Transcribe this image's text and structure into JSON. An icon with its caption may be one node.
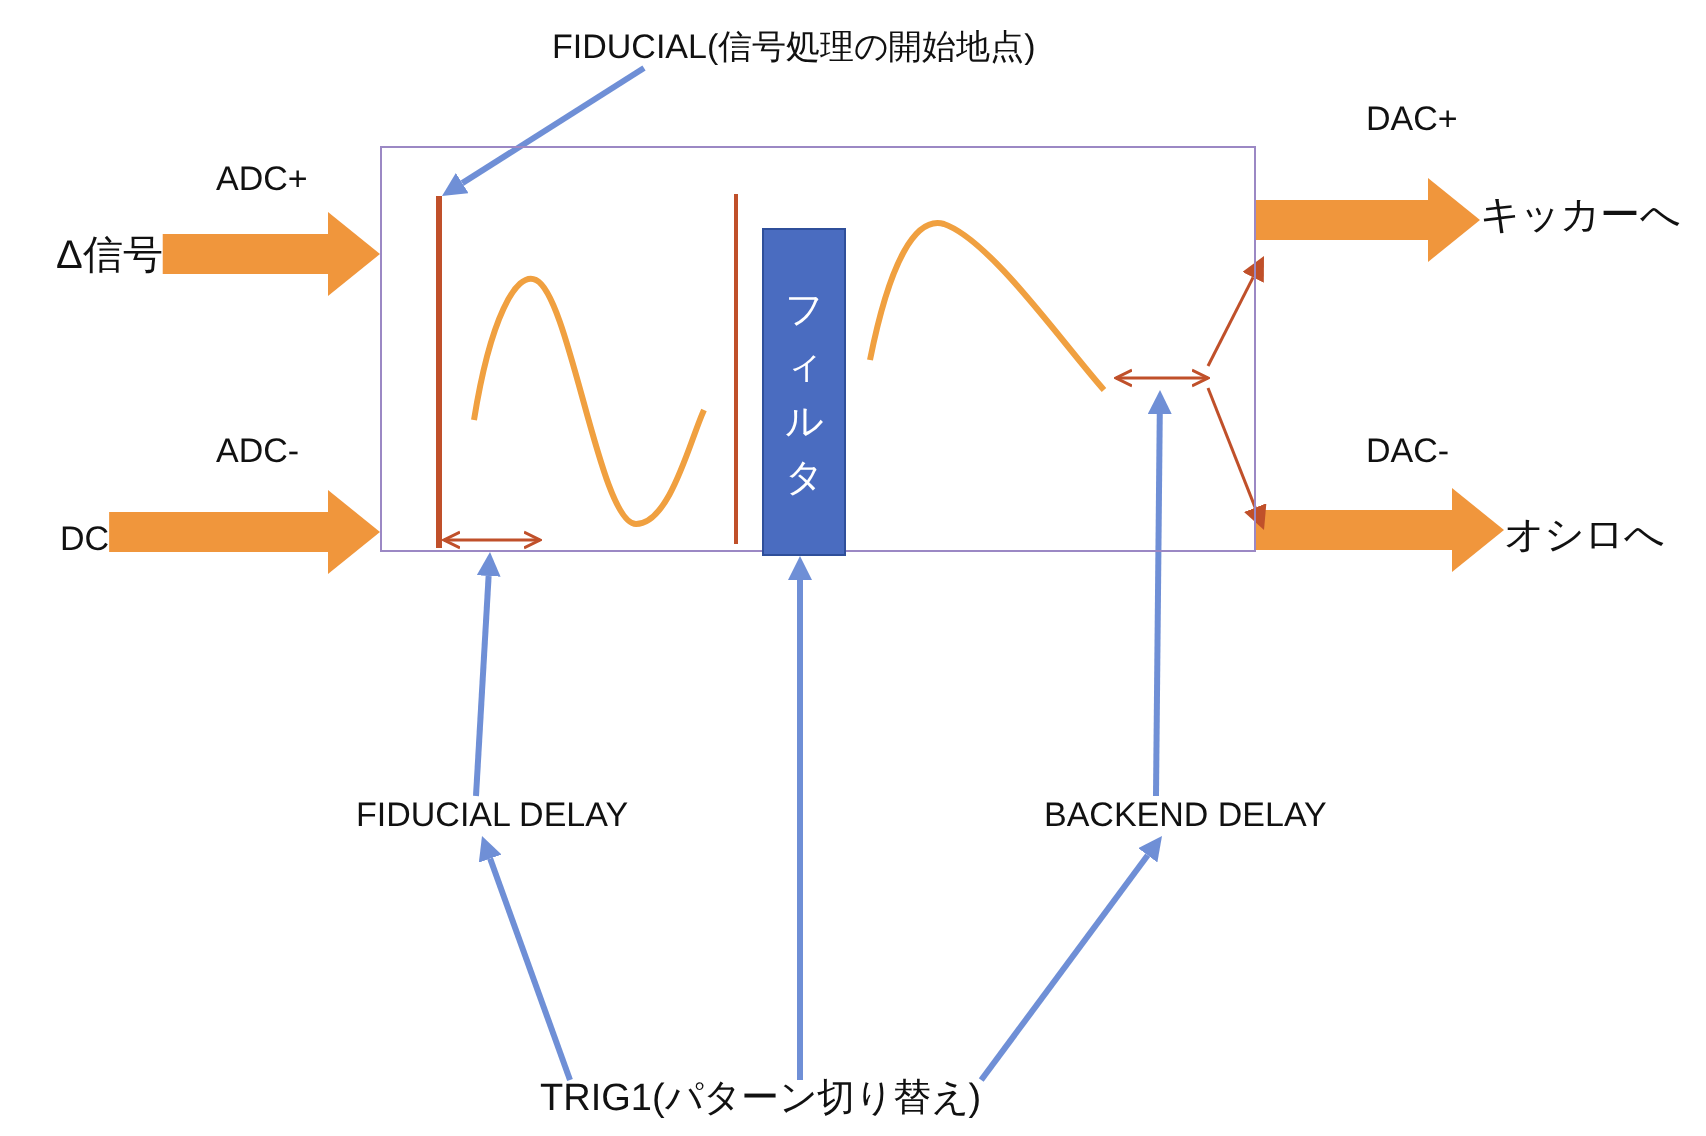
{
  "diagram": {
    "nodes": [
      {
        "text": [],
        "shape": "box"
      },
      {
        "text": [
          "Δ信号"
        ]
      },
      {
        "text": [
          "DC"
        ]
      },
      {
        "text": [
          "キッカーへ"
        ]
      },
      {
        "text": [
          "オシロへ"
        ]
      },
      {
        "text": [
          "フィルタ"
        ],
        "in": 0
      },
      {
        "text": [
          "FIDUCIAL(信号処理の開始地点)"
        ]
      },
      {
        "text": [],
        "shape": "bar",
        "in": 0
      },
      {
        "text": [
          "FIDUCIAL DELAY"
        ]
      },
      {
        "text": [
          "BACKEND DELAY"
        ]
      },
      {
        "text": [
          "TRIG1(パターン切り替え)"
        ]
      },
      {
        "text": [],
        "shape": "bar",
        "in": 0
      },
      {
        "text": [],
        "shape": "bar",
        "in": 0
      }
    ],
    "edges": [
      {
        "from": 1,
        "to": 0,
        "arrow": "to",
        "label": "ADC+",
        "style": "thick",
        "color": "#f0963c"
      },
      {
        "from": 2,
        "to": 0,
        "arrow": "to",
        "label": "ADC-",
        "style": "thick",
        "color": "#f0963c"
      },
      {
        "from": 0,
        "to": 3,
        "arrow": "to",
        "label": "DAC+",
        "style": "thick",
        "color": "#f0963c"
      },
      {
        "from": 0,
        "to": 4,
        "arrow": "to",
        "label": "DAC-",
        "style": "thick",
        "color": "#f0963c"
      },
      {
        "from": 6,
        "to": 7,
        "arrow": "to"
      },
      {
        "from": 8,
        "to": 11,
        "arrow": "to"
      },
      {
        "from": 9,
        "to": 12,
        "arrow": "to"
      },
      {
        "from": 10,
        "to": 8,
        "arrow": "to"
      },
      {
        "from": 10,
        "to": 5,
        "arrow": "to"
      },
      {
        "from": 10,
        "to": 9,
        "arrow": "to"
      },
      {
        "from": 12,
        "to": null,
        "arrow": "to",
        "color": "#c0502a"
      },
      {
        "from": 12,
        "to": null,
        "arrow": "to",
        "color": "#c0502a"
      }
    ]
  }
}
